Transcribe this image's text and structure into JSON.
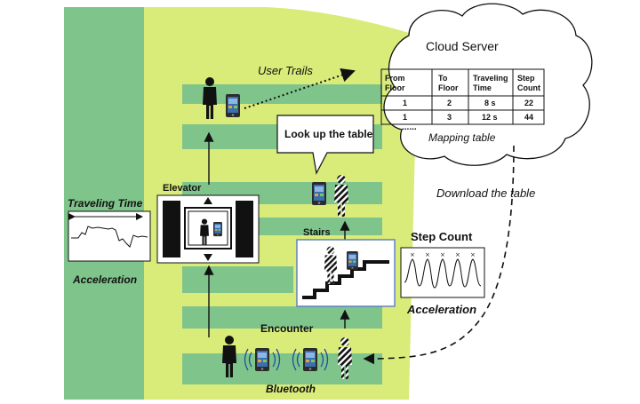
{
  "labels": {
    "user_trails": "User Trails",
    "cloud_server": "Cloud Server",
    "mapping_table": "Mapping table",
    "lookup_table": "Look up the table",
    "download_table": "Download the table",
    "elevator": "Elevator",
    "traveling_time": "Traveling Time",
    "acceleration_left": "Acceleration",
    "stairs": "Stairs",
    "step_count": "Step Count",
    "acceleration_right": "Acceleration",
    "encounter": "Encounter",
    "bluetooth": "Bluetooth",
    "table_dots": "......"
  },
  "table": {
    "headers": [
      [
        "From",
        "Floor"
      ],
      [
        "To",
        "Floor"
      ],
      [
        "Traveling",
        "Time"
      ],
      [
        "Step",
        "Count"
      ]
    ],
    "rows": [
      [
        "1",
        "2",
        "8 s",
        "22"
      ],
      [
        "1",
        "3",
        "12 s",
        "44"
      ]
    ]
  },
  "colors": {
    "building_light": "#d9eb79",
    "building_green": "#7fc48a",
    "phone_body": "#2b2b2b",
    "ink": "#111111"
  }
}
